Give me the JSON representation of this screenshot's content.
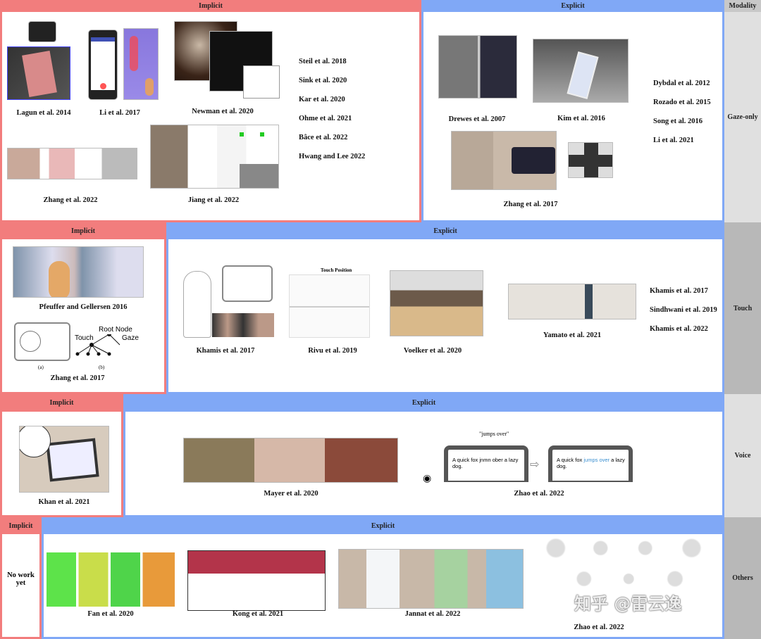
{
  "modality": {
    "header": "Modality",
    "rows": [
      "Gaze-only",
      "Touch",
      "Voice",
      "Others"
    ]
  },
  "headers": {
    "implicit": "Implicit",
    "explicit": "Explicit"
  },
  "gaze_only": {
    "implicit": {
      "figures": [
        "Lagun et al. 2014",
        "Li et al. 2017",
        "Newman et al. 2020",
        "Zhang et al. 2022",
        "Jiang et al. 2022"
      ],
      "list": [
        "Steil et al. 2018",
        "Sink et al. 2020",
        "Kar et al. 2020",
        "Ohme et al. 2021",
        "Bâce et al. 2022",
        "Hwang and Lee 2022"
      ]
    },
    "explicit": {
      "figures": [
        "Drewes et al. 2007",
        "Kim et al. 2016",
        "Zhang et al. 2017"
      ],
      "list": [
        "Dybdal et al. 2012",
        "Rozado et al. 2015",
        "Song et al. 2016",
        "Li et al. 2021"
      ]
    }
  },
  "touch": {
    "implicit": {
      "figures": [
        "Pfeuffer and Gellersen 2016",
        "Zhang et al. 2017"
      ],
      "subfig": {
        "touch": "Touch",
        "root": "Root Node",
        "gaze": "Gaze",
        "a": "(a)",
        "b": "(b)"
      }
    },
    "explicit": {
      "figures": [
        "Khamis et al. 2017",
        "Rivu et al. 2019",
        "Voelker et al. 2020",
        "Yamato et al. 2021"
      ],
      "list": [
        "Khamis et al. 2017",
        "Sindhwani et al. 2019",
        "Khamis et al. 2022"
      ],
      "rivu_label": "Touch Position"
    }
  },
  "voice": {
    "implicit": {
      "figures": [
        "Khan et al. 2021"
      ]
    },
    "explicit": {
      "figures": [
        "Mayer et al. 2020",
        "Zhao et al. 2022"
      ],
      "zhao": {
        "speech": "\"jumps over\"",
        "before": "A quick fox jnmn ober a lazy dog.",
        "after_pre": "A quick fox ",
        "after_hl": "jumps over",
        "after_post": " a lazy dog."
      }
    }
  },
  "others": {
    "implicit": {
      "text": "No work yet"
    },
    "explicit": {
      "figures": [
        "Fan et al. 2020",
        "Kong et al. 2021",
        "Jannat et al. 2022",
        "Zhao et al. 2022"
      ]
    }
  },
  "watermark": "知乎 @雷云逸"
}
